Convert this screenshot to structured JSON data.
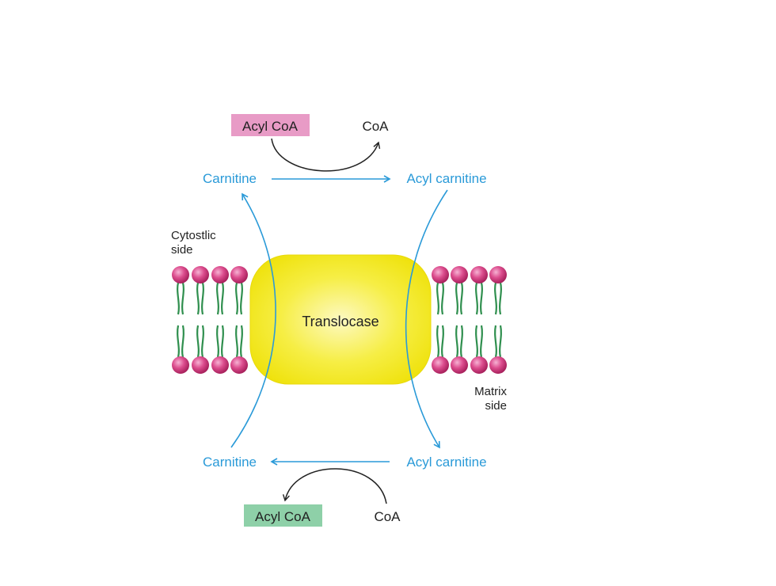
{
  "labels": {
    "top_acyl_coa": "Acyl CoA",
    "top_coa": "CoA",
    "top_carnitine": "Carnitine",
    "top_acyl_carnitine": "Acyl carnitine",
    "cytosolic_line1": "Cytostlic",
    "cytosolic_line2": "side",
    "translocase": "Translocase",
    "matrix_line1": "Matrix",
    "matrix_line2": "side",
    "bottom_carnitine": "Carnitine",
    "bottom_acyl_carnitine": "Acyl carnitine",
    "bottom_acyl_coa": "Acyl CoA",
    "bottom_coa": "CoA"
  },
  "colors": {
    "blue": "#2a9ad8",
    "pink_box": "#e89bc6",
    "green_box": "#8ed0a8",
    "head": "#d0387e",
    "tail": "#2f8f4e",
    "translocase": "#f4ea1e"
  }
}
